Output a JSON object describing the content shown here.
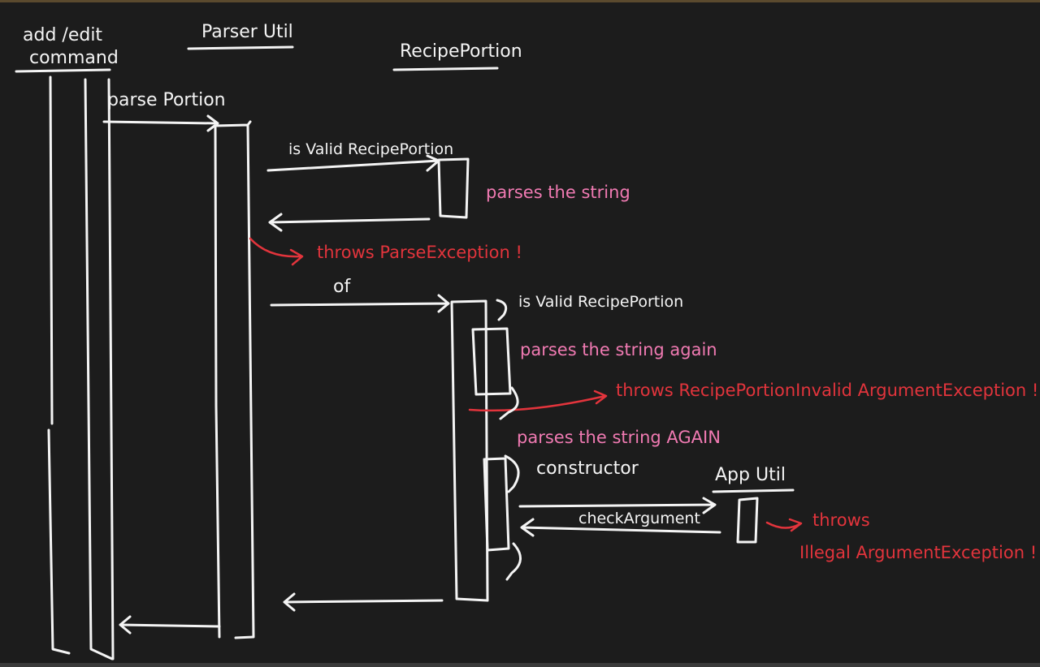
{
  "participants": {
    "add_edit_line1": "add /edit",
    "add_edit_line2": "command",
    "parser_util": "Parser Util",
    "recipe_portion": "RecipePortion",
    "app_util": "App Util"
  },
  "messages": {
    "parse_portion": "parse Portion",
    "is_valid_1": "is Valid RecipePortion",
    "of": "of",
    "is_valid_2": "is Valid RecipePortion",
    "constructor": "constructor",
    "check_argument": "checkArgument"
  },
  "notes": {
    "parses_string": "parses the string",
    "parses_again": "parses the string again",
    "parses_again_caps": "parses the string AGAIN"
  },
  "exceptions": {
    "parse_exception": "throws  ParseException !",
    "invalid_argument": "throws  RecipePortionInvalid ArgumentException !",
    "illegal_line1": "throws",
    "illegal_line2": "Illegal ArgumentException !"
  },
  "colors": {
    "background": "#1c1c1c",
    "ink": "#f4f4f4",
    "note": "#f07ab2",
    "exception": "#e2343c"
  }
}
